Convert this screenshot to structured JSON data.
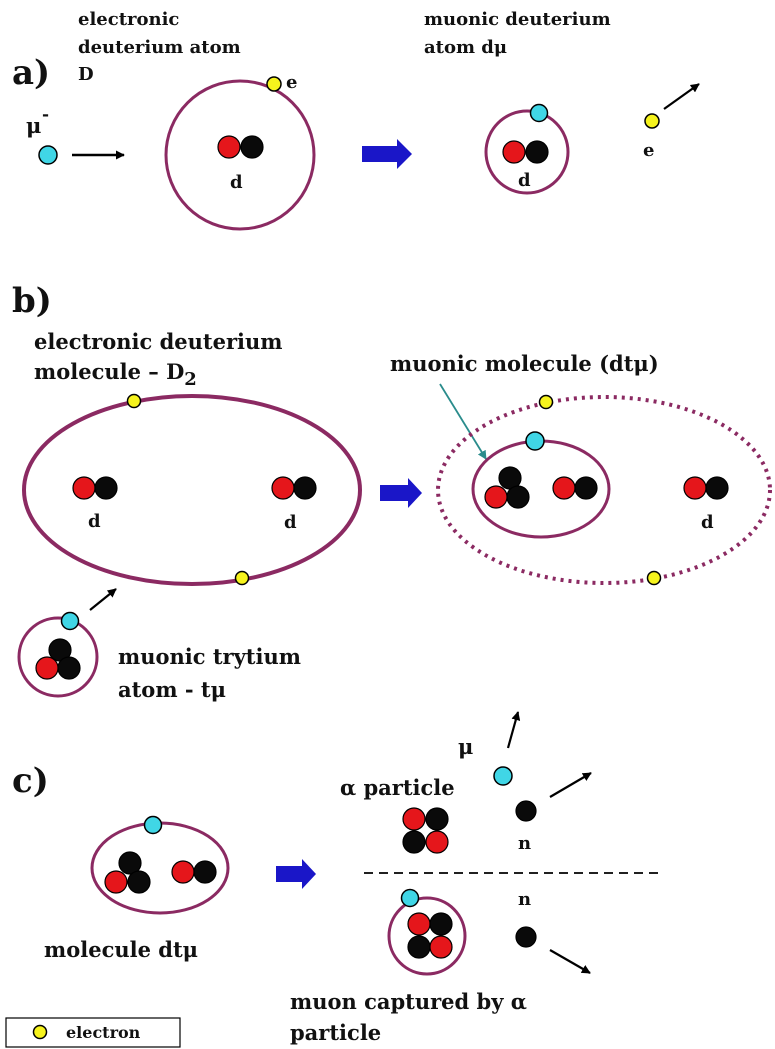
{
  "colors": {
    "ring": "#8b2a62",
    "muon": "#40d6e6",
    "electron": "#f6f31d",
    "red_nucleon": "#e5161b",
    "black_nucleon": "#0a0a0a",
    "arrow_blue": "#1a16c8",
    "callout": "#2a8c8c"
  },
  "panel_a": {
    "letter": "a)",
    "d_atom_line1": "electronic",
    "d_atom_line2": "deuterium atom",
    "d_atom_line3": "D",
    "muon": "μ",
    "muon_sup": "-",
    "e_top": "e",
    "d_left": "d",
    "mu_atom_line1": "muonic deuterium",
    "mu_atom_line2": "atom dμ",
    "d_right": "d",
    "e_free": "e"
  },
  "panel_b": {
    "letter": "b)",
    "molecule_line1": "electronic deuterium",
    "molecule_line2": "molecule – D",
    "molecule_sub": "2",
    "muonic_molecule": "muonic molecule (dtμ)",
    "d1": "d",
    "d2": "d",
    "d3": "d",
    "trytium_line1": "muonic trytium",
    "trytium_line2": "atom - tμ"
  },
  "panel_c": {
    "letter": "c)",
    "alpha": "α particle",
    "mu": "μ",
    "n_top": "n",
    "n_bottom": "n",
    "molecule": "molecule dtμ",
    "captured_line1": "muon captured by α",
    "captured_line2": "particle"
  },
  "legend": {
    "electron": "electron"
  }
}
